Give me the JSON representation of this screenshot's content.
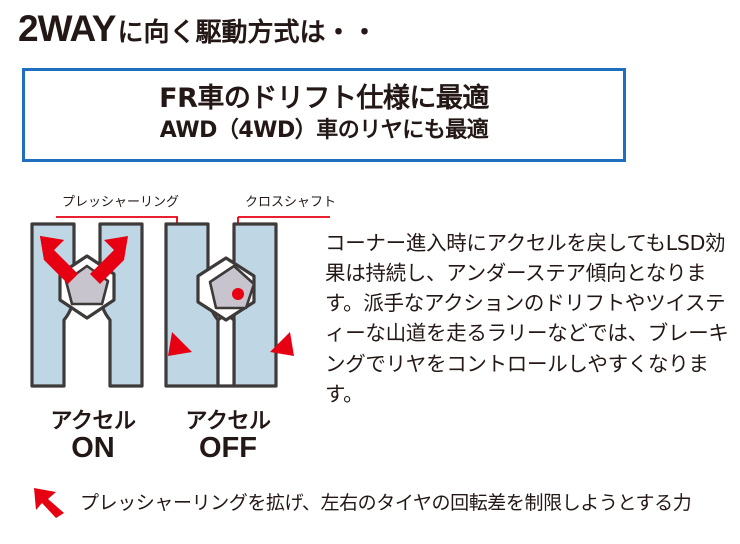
{
  "title": {
    "strong": "2WAY",
    "rest": "に向く駆動方式は・・"
  },
  "callout_box": {
    "line1": "FR車のドリフト仕様に最適",
    "line2": "AWD（4WD）車のリヤにも最適",
    "border_color": "#1f6fc0"
  },
  "diagram": {
    "labels": {
      "pressure_ring": "プレッシャーリング",
      "cross_shaft": "クロスシャフト"
    },
    "panels": [
      {
        "id": "accel-on",
        "caption_top": "アクセル",
        "caption_bottom": "ON"
      },
      {
        "id": "accel-off",
        "caption_top": "アクセル",
        "caption_bottom": "OFF"
      }
    ],
    "colors": {
      "panel_fill": "#bfd7e5",
      "panel_stroke": "#3e3a39",
      "cam_fill": "#c8c4ce",
      "arrow_red": "#e60012",
      "leader_red": "#e60012"
    }
  },
  "body_text": "コーナー進入時にアクセルを戻してもLSD効果は持続し、アンダーステア傾向となります。派手なアクションのドリフトやツイスティーな山道を走るラリーなどでは、ブレーキングでリヤをコントロールしやすくなります。",
  "legend": {
    "icon": "red-arrow-up-left-icon",
    "text": "プレッシャーリングを拡げ、左右のタイヤの回転差を制限しようとする力"
  }
}
